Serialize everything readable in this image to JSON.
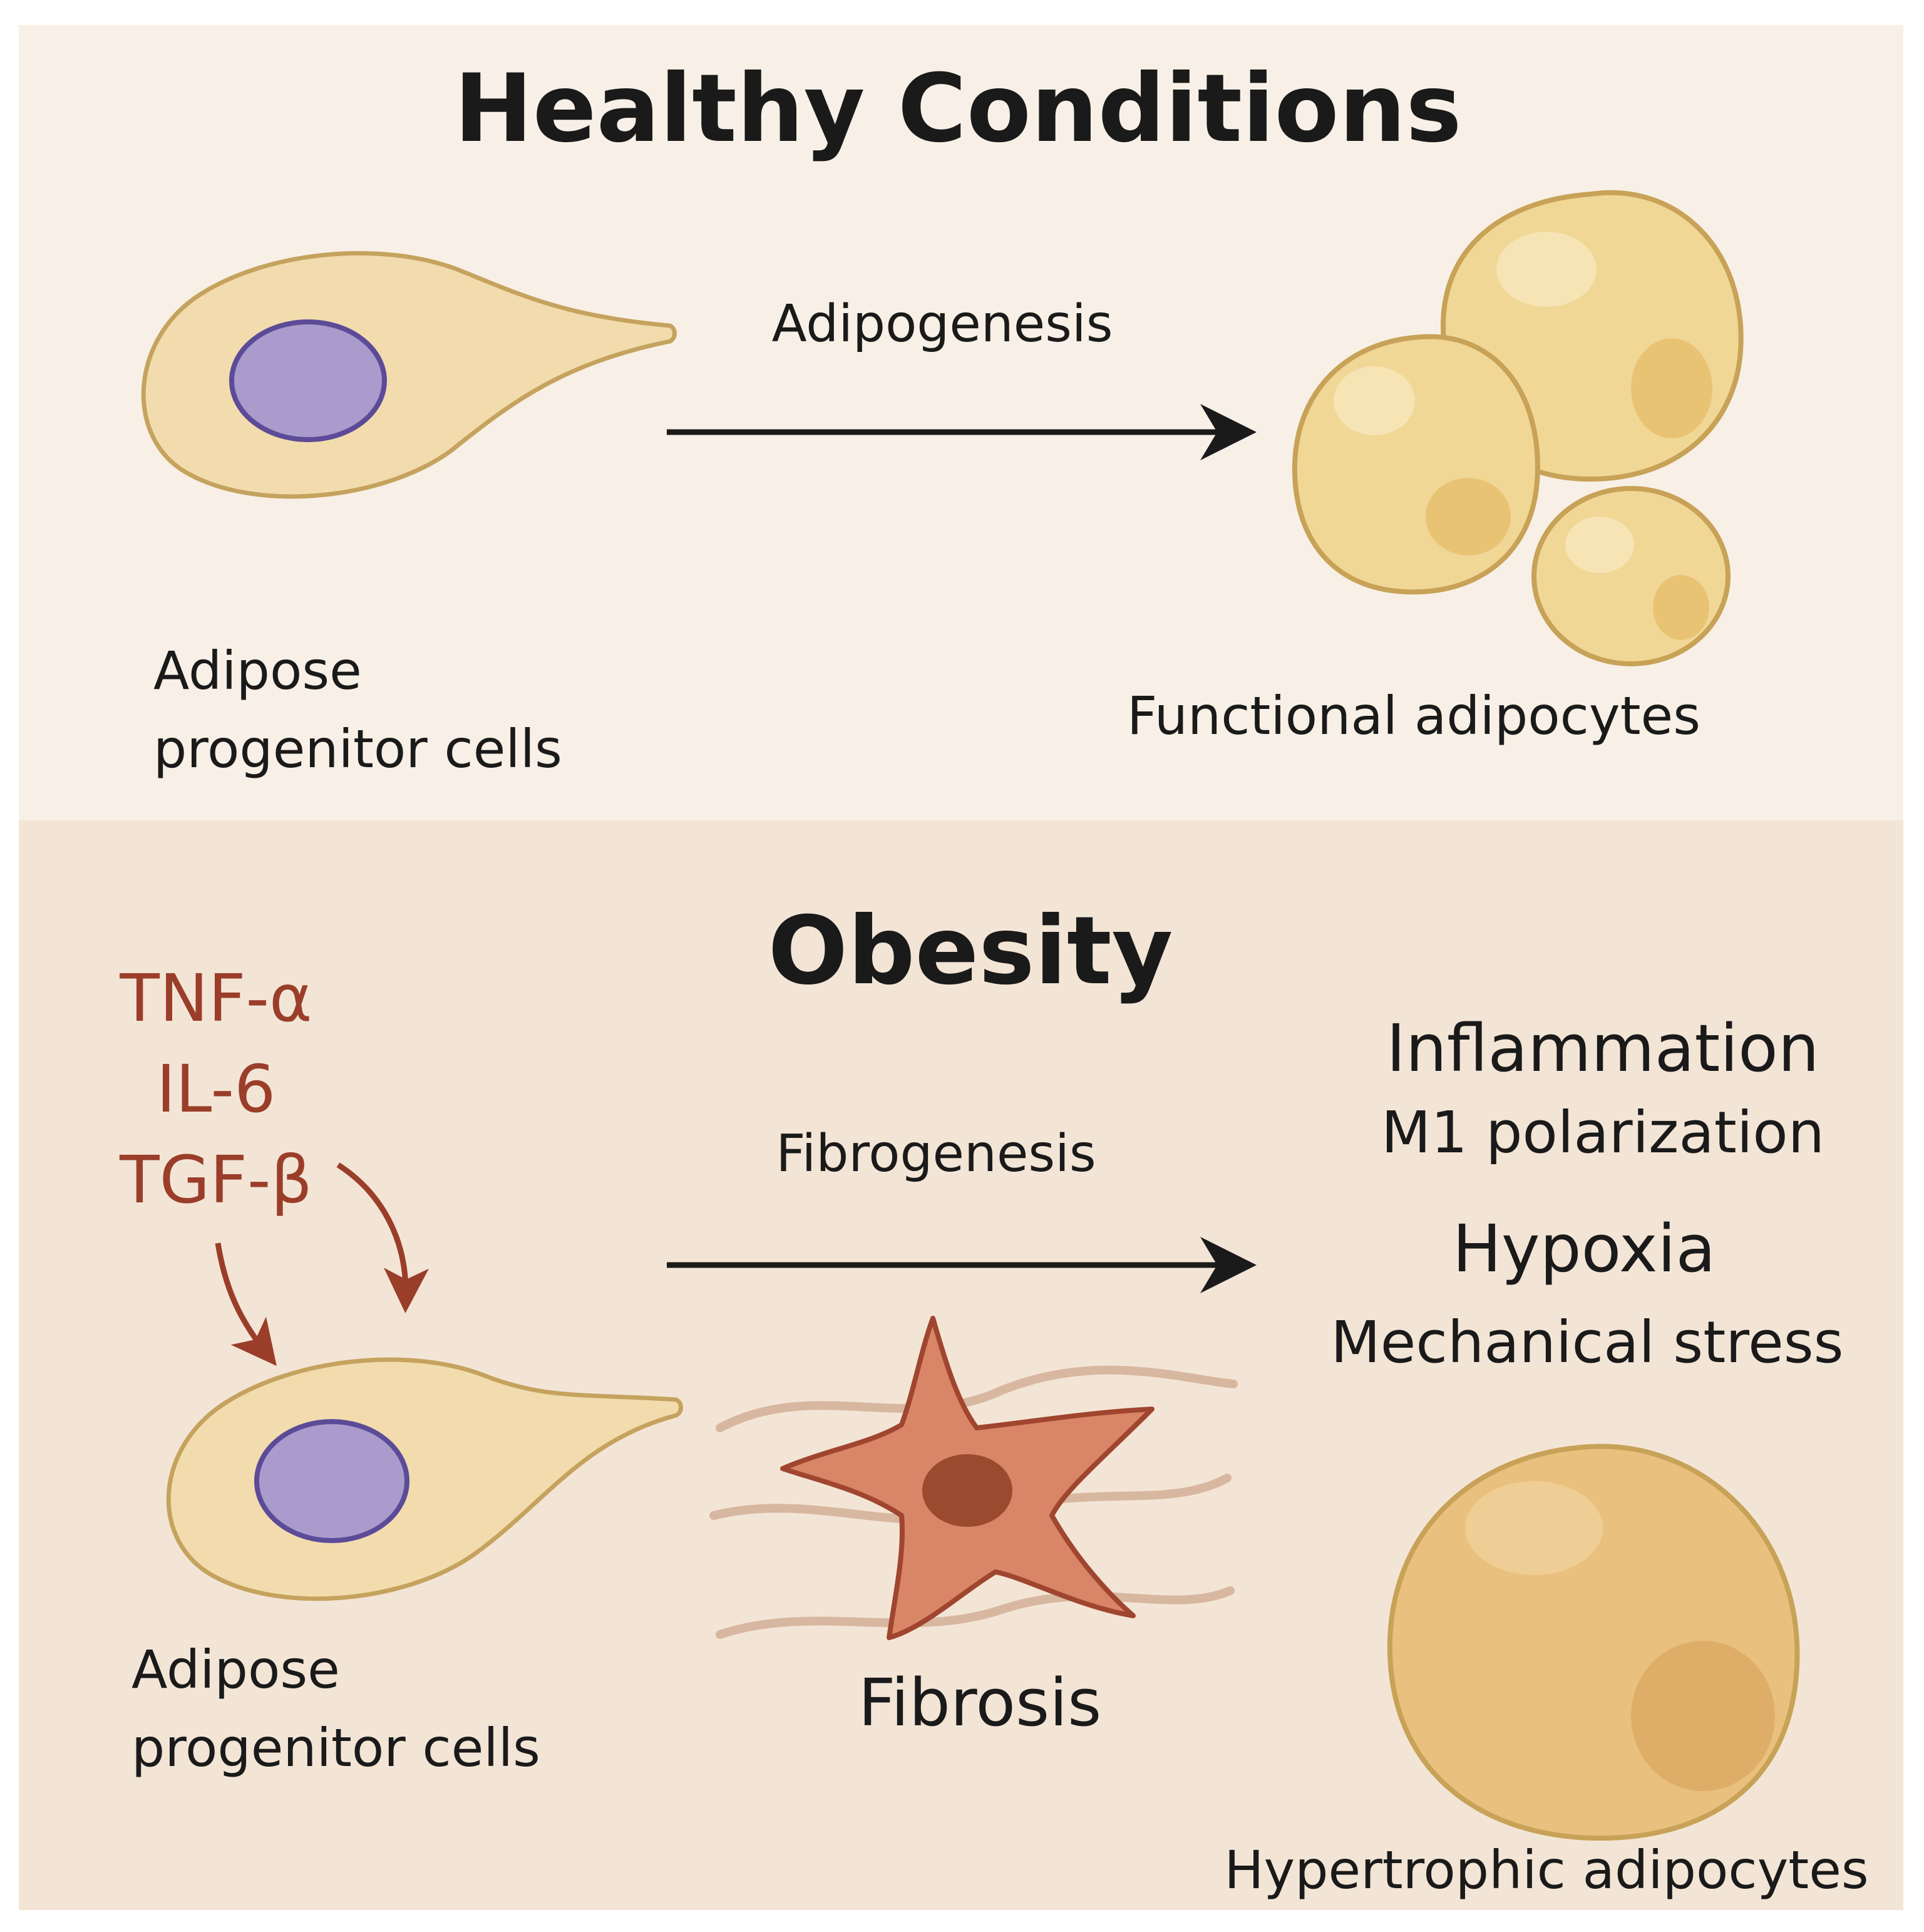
{
  "colors": {
    "healthy_bg": "#F8F0E6",
    "obesity_bg": "#F3E5D6",
    "cell_fill": "#F2DCAE",
    "cell_stroke": "#C5A35E",
    "nucleus_fill": "#A99BCB",
    "nucleus_stroke": "#5C4B98",
    "adipocyte_fill": "#F1D796",
    "adipocyte_stroke": "#C7A257",
    "hypertrophic_fill": "#E9C07E",
    "fibroblast_fill": "#D98567",
    "fibroblast_stroke": "#A0452F",
    "fibroblast_nucleus": "#9A4A2E",
    "fiber": "#D8B7A0",
    "cytokine_text": "#9A3E2A",
    "arrow": "#1A1A1A",
    "text": "#1A1A1A"
  },
  "healthy": {
    "title": "Healthy Conditions",
    "process_label": "Adipogenesis",
    "progenitor_label": [
      "Adipose",
      "progenitor cells"
    ],
    "result_label": "Functional adipocytes"
  },
  "obesity": {
    "title": "Obesity",
    "cytokines": [
      "TNF-α",
      "IL-6",
      "TGF-β"
    ],
    "process_label": "Fibrogenesis",
    "progenitor_label": [
      "Adipose",
      "progenitor cells"
    ],
    "fibrosis_label": "Fibrosis",
    "factors": [
      {
        "heading": "Inflammation",
        "detail": "M1 polarization"
      },
      {
        "heading": "Hypoxia",
        "detail": "Mechanical stress"
      }
    ],
    "result_label": "Hypertrophic adipocytes"
  }
}
